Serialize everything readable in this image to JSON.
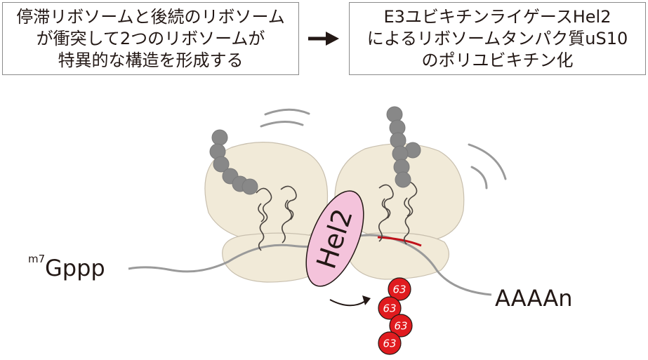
{
  "left_box": {
    "lines": [
      "停滞リボソームと後続のリボソーム",
      "が衝突して2つのリボソームが",
      "特異的な構造を形成する"
    ]
  },
  "right_box": {
    "lines": [
      "E3ユビキチンライゲースHel2",
      "によるリボソームタンパク質uS10",
      "のポリユビキチン化"
    ]
  },
  "labels": {
    "cap_superscript": "m7",
    "cap": "Gppp",
    "polya": "AAAAn",
    "enzyme": "Hel2",
    "ubiquitin_tags": [
      "63",
      "63",
      "63",
      "63"
    ]
  },
  "colors": {
    "ribosome": "#f1ead8",
    "hel2": "#f4c3db",
    "ubiquitin": "#e01b1f",
    "nascent_chain_beads": "#888888",
    "mrna": "#9a9a9a",
    "us10_segment": "#c0121b"
  }
}
